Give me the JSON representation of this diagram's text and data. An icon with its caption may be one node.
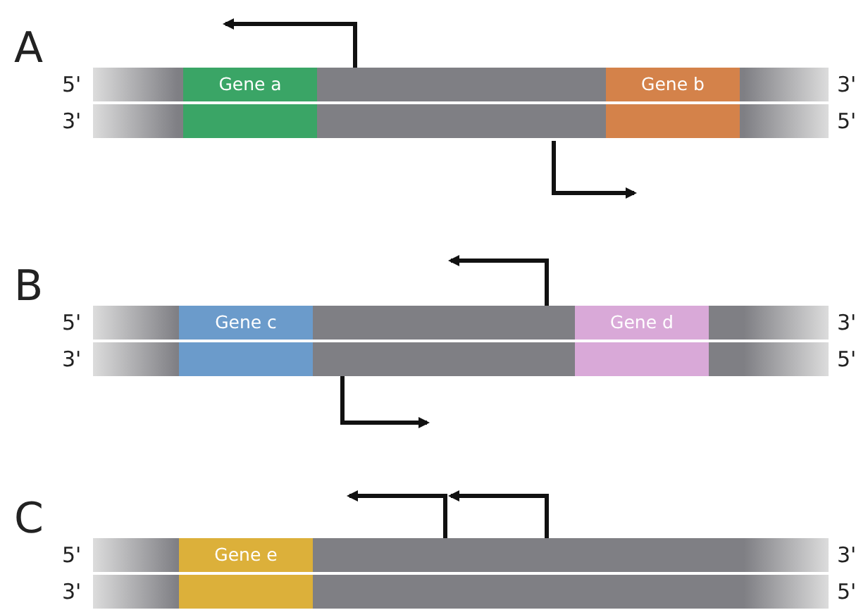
{
  "diagram": {
    "nodes": [
      {
        "text": [
          "Gene a"
        ]
      },
      {
        "text": [
          "Gene b"
        ]
      },
      {
        "text": [
          "Gene c"
        ]
      },
      {
        "text": [
          "Gene d"
        ]
      },
      {
        "text": [
          "Gene e"
        ]
      }
    ],
    "labels": [
      "A",
      "5'",
      "3'",
      "3'",
      "5'",
      "B",
      "5'",
      "3'",
      "3'",
      "5'",
      "C",
      "5'",
      "3'",
      "3'",
      "5'"
    ]
  }
}
